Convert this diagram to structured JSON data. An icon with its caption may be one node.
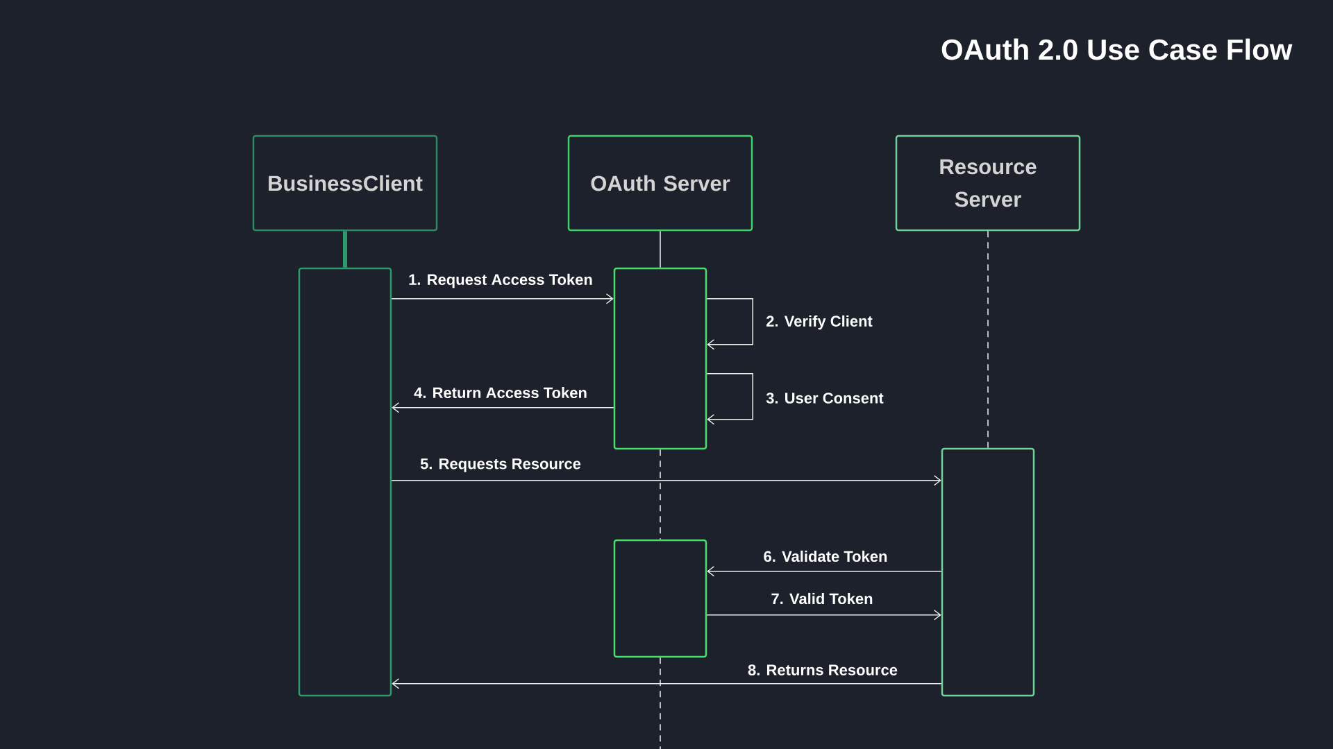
{
  "diagram": {
    "title": "OAuth 2.0 Use Case Flow",
    "nodes": [
      {
        "text": [
          "BusinessClient"
        ]
      },
      {
        "text": [
          "OAuth Server"
        ]
      },
      {
        "text": [
          "Resource Server"
        ]
      },
      {
        "text": [],
        "shape": "bar"
      },
      {
        "text": [],
        "shape": "bar"
      },
      {
        "text": [],
        "shape": "bar"
      },
      {
        "text": [],
        "shape": "bar"
      }
    ],
    "edges": [
      {
        "from": 0,
        "to": 3,
        "arrow": "none",
        "style": "thick",
        "color": "#2e9a6a"
      },
      {
        "from": 1,
        "to": 4,
        "arrow": "none"
      },
      {
        "from": 2,
        "to": 5,
        "arrow": "none",
        "style": "dashed"
      },
      {
        "from": 4,
        "to": 6,
        "arrow": "none",
        "style": "dashed"
      },
      {
        "from": 6,
        "to": null,
        "arrow": "none",
        "style": "dashed"
      },
      {
        "from": 3,
        "to": 4,
        "arrow": "to",
        "label": "1. Request Access Token"
      },
      {
        "from": 4,
        "to": 4,
        "arrow": "to",
        "label": "2. Verify Client"
      },
      {
        "from": 4,
        "to": 4,
        "arrow": "to",
        "label": "3. User Consent"
      },
      {
        "from": 4,
        "to": 3,
        "arrow": "to",
        "label": "4. Return Access Token"
      },
      {
        "from": 3,
        "to": 5,
        "arrow": "to",
        "label": "5. Requests Resource"
      },
      {
        "from": 5,
        "to": 6,
        "arrow": "to",
        "label": "6. Validate Token"
      },
      {
        "from": 6,
        "to": 5,
        "arrow": "to",
        "label": "7. Valid Token"
      },
      {
        "from": 5,
        "to": 3,
        "arrow": "to",
        "label": "8. Returns Resource"
      }
    ]
  }
}
